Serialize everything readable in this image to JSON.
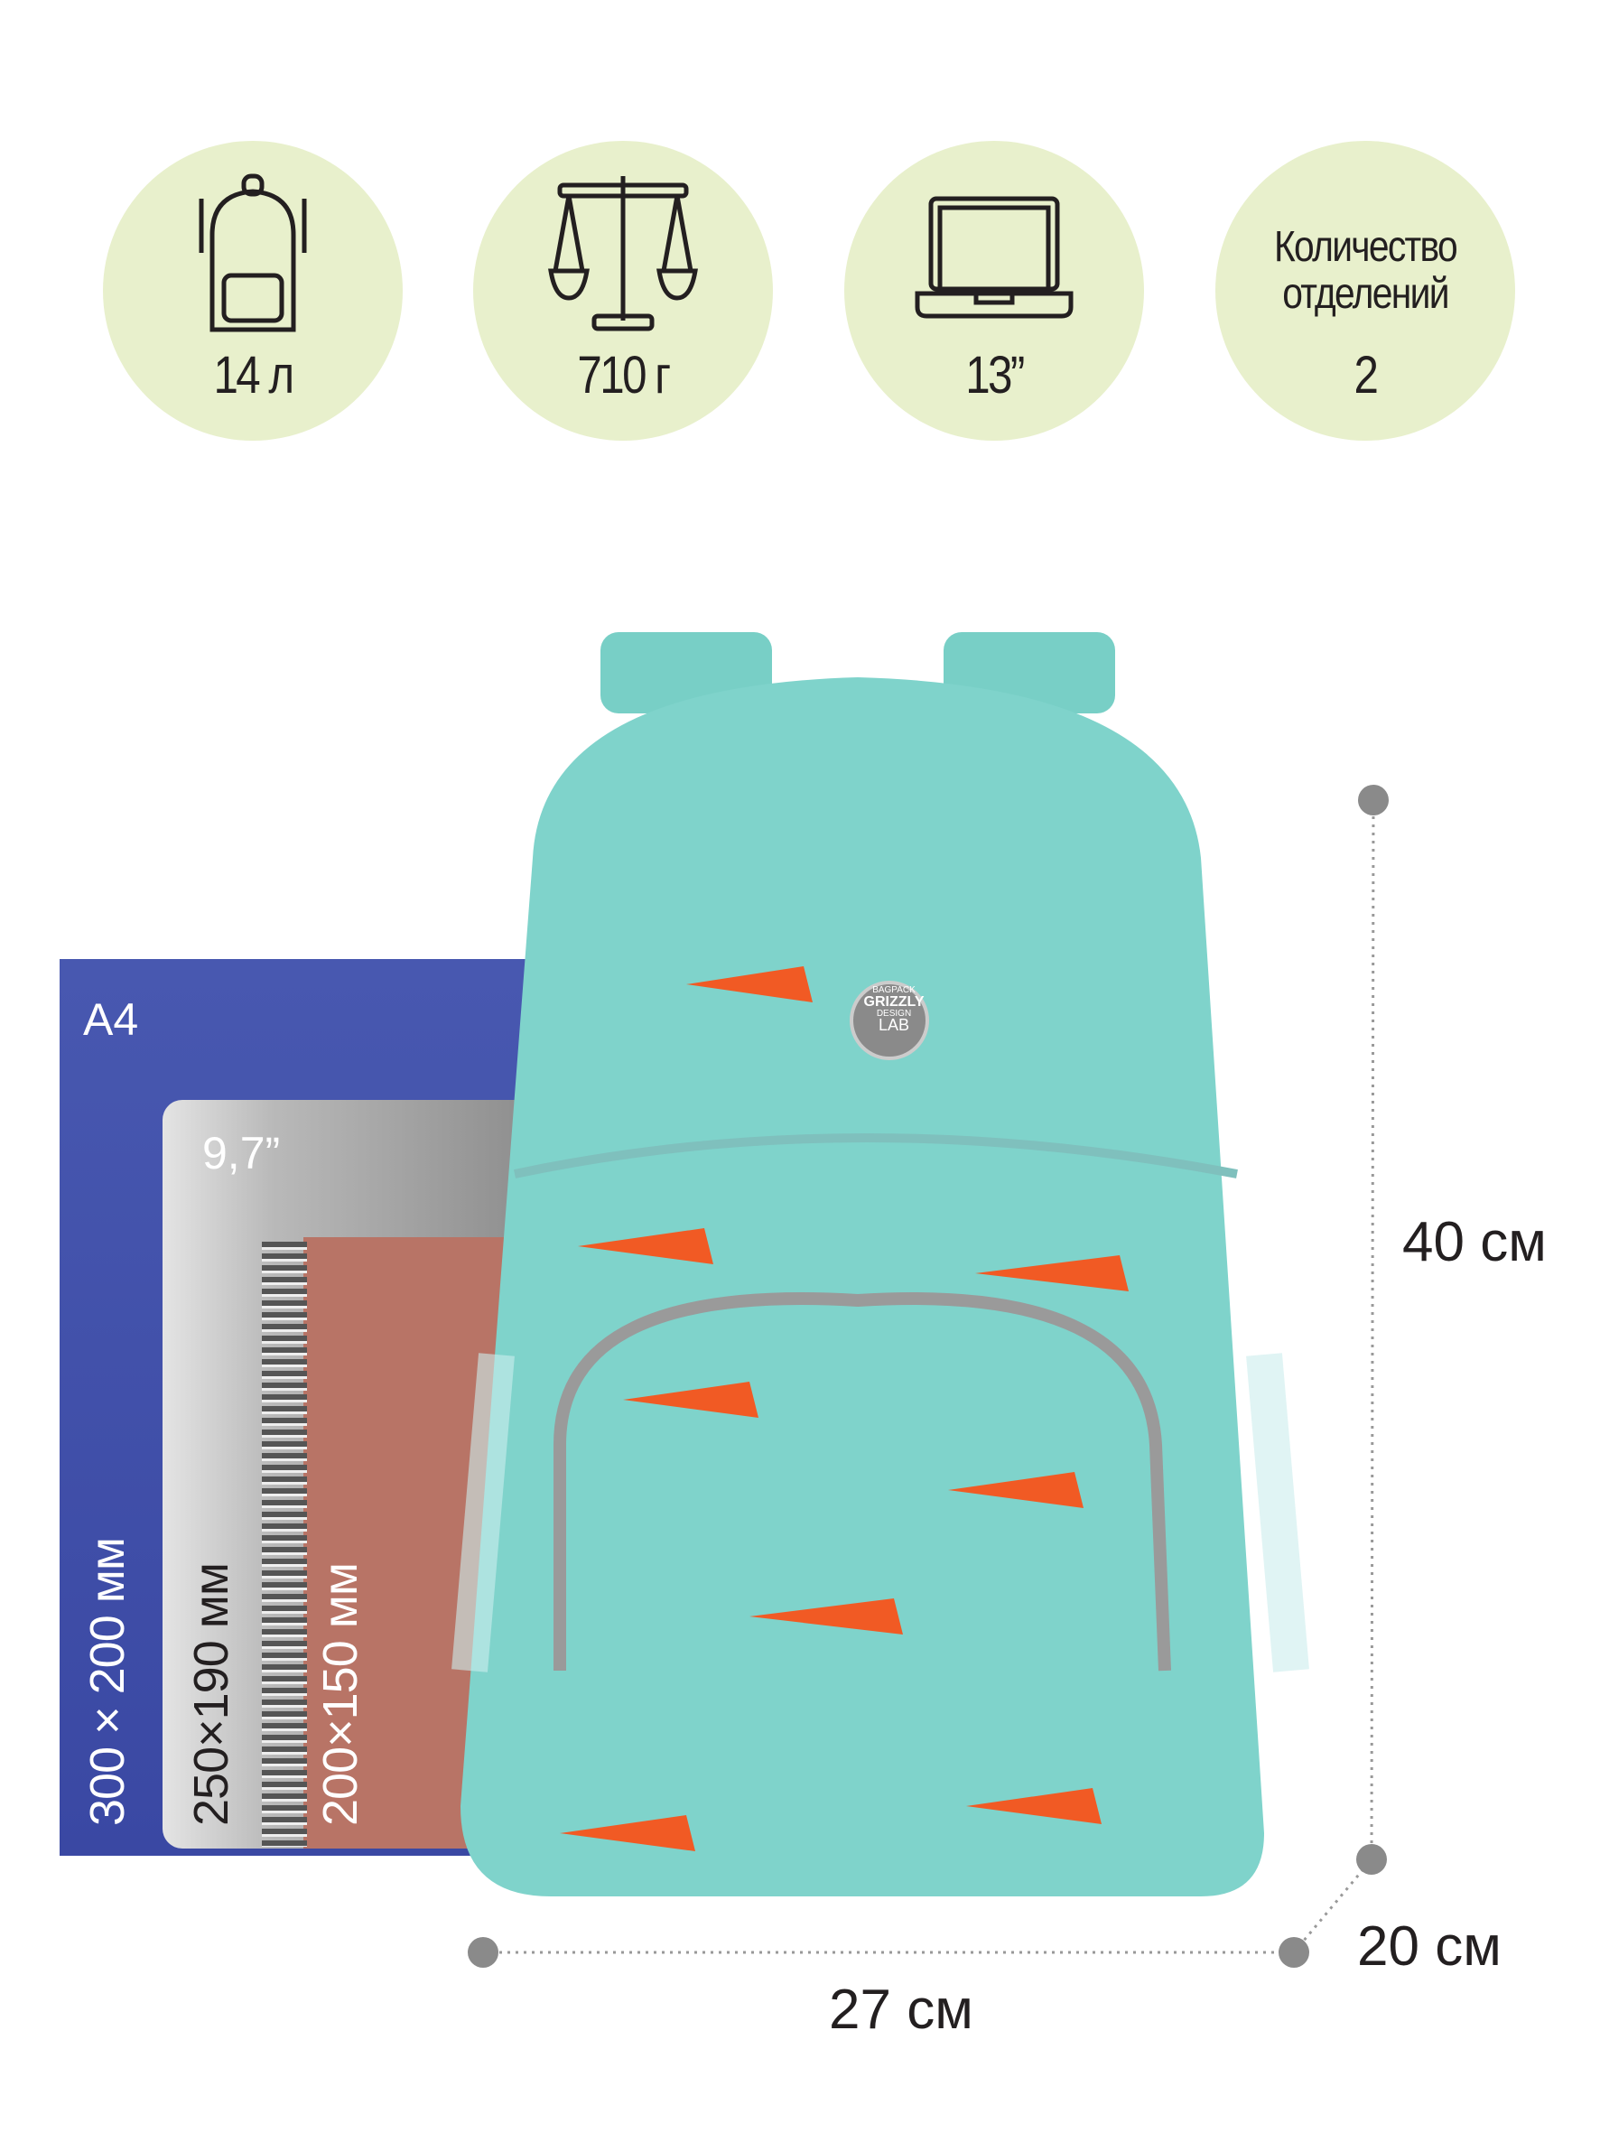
{
  "specs": [
    {
      "icon": "backpack-icon",
      "value": "14 л"
    },
    {
      "icon": "scales-icon",
      "value": "710 г"
    },
    {
      "icon": "laptop-icon",
      "value": "13”"
    },
    {
      "label": "Количество отделений",
      "value": "2"
    }
  ],
  "formats": {
    "a4": {
      "title": "A4",
      "size": "300 × 200 мм"
    },
    "tablet": {
      "title": "9,7”",
      "size": "250×190 мм"
    },
    "notebook": {
      "size": "200×150 мм"
    }
  },
  "badge": {
    "line1": "BAGPACK",
    "line2": "GRIZZLY",
    "line3": "DESIGN",
    "line4": "LAB"
  },
  "dimensions": {
    "height": "40 см",
    "depth": "20 см",
    "width": "27 см"
  },
  "colors": {
    "circle": "#e8f0cc",
    "a4": "#3f4fa8",
    "tablet": "#a9a9a9",
    "notebook": "#b87466",
    "bag": "#7fd3cb",
    "accent": "#f15a24"
  }
}
